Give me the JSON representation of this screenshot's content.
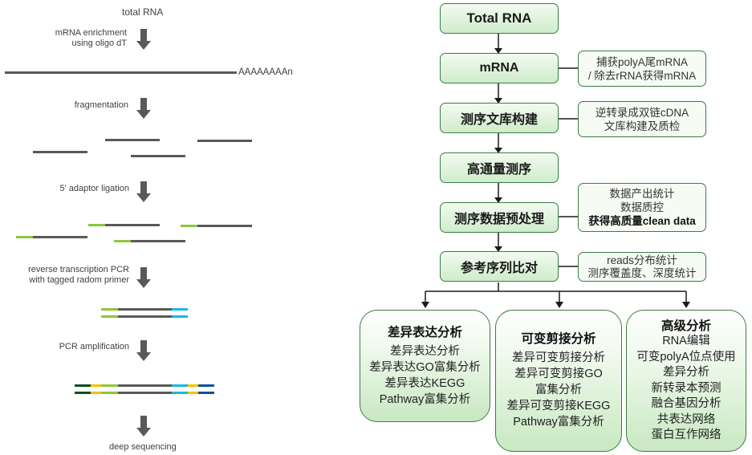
{
  "left_workflow": {
    "top_label": "total RNA",
    "steps": [
      {
        "label_lines": [
          "mRNA enrichment",
          "using oligo dT"
        ]
      },
      {
        "label_lines": [
          "fragmentation"
        ]
      },
      {
        "label_lines": [
          "5' adaptor ligation"
        ]
      },
      {
        "label_lines": [
          "reverse transcription PCR",
          "with tagged radom primer"
        ]
      },
      {
        "label_lines": [
          "PCR amplification"
        ]
      }
    ],
    "polya_label": "AAAAAAAAn",
    "bottom_label": "deep sequencing",
    "colors": {
      "rna": "#595959",
      "adaptor_5": "#8dc63f",
      "adaptor_3": "#1ab6e8",
      "tag": "#f7c200",
      "primer_dark_green": "#0d4f1e",
      "primer_dark_blue": "#0b5394",
      "arrow": "#595959"
    }
  },
  "right_flowchart": {
    "main_steps": [
      {
        "label": "Total RNA"
      },
      {
        "label": "mRNA",
        "note": [
          "捕获polyA尾mRNA",
          "/ 除去rRNA获得mRNA"
        ]
      },
      {
        "label": "测序文库构建",
        "note": [
          "逆转录成双链cDNA",
          "文库构建及质检"
        ]
      },
      {
        "label": "高通量测序"
      },
      {
        "label": "测序数据预处理",
        "note": [
          "数据产出统计",
          "数据质控",
          "获得高质量clean data"
        ],
        "note_bold_last": true
      },
      {
        "label": "参考序列比对",
        "note": [
          "reads分布统计",
          "测序覆盖度、深度统计"
        ]
      }
    ],
    "branches": [
      {
        "title": "差异表达分析",
        "items": [
          "差异表达分析",
          "差异表达GO富集分析",
          "差异表达KEGG",
          "Pathway富集分析"
        ]
      },
      {
        "title": "可变剪接分析",
        "items": [
          "差异可变剪接分析",
          "差异可变剪接GO",
          "富集分析",
          "差异可变剪接KEGG",
          "Pathway富集分析"
        ]
      },
      {
        "title": "高级分析",
        "items": [
          "RNA编辑",
          "可变polyA位点使用",
          "差异分析",
          "新转录本预测",
          "融合基因分析",
          "共表达网络",
          "蛋白互作网络"
        ]
      }
    ],
    "colors": {
      "border": "#3a7d44",
      "fill_top": "#f3fbf1",
      "fill_bottom": "#cfeccb",
      "connector": "#1a1a1a"
    }
  }
}
